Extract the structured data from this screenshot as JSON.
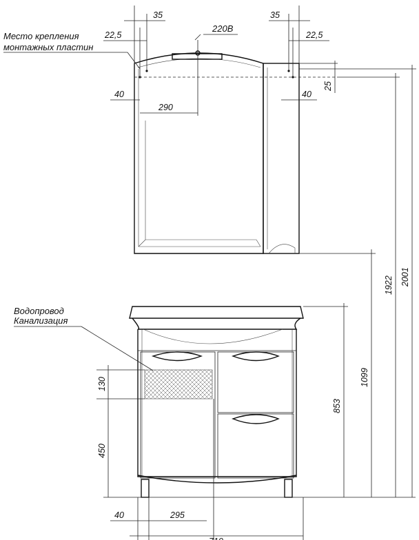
{
  "labels": {
    "mount_line1": "Место крепления",
    "mount_line2": "монтажных пластин",
    "power": "220В",
    "water_line1": "Водопровод",
    "water_line2": "Канализация"
  },
  "dims": {
    "d35_left": "35",
    "d35_right": "35",
    "d22_left": "22,5",
    "d22_right": "22,5",
    "d40_left_top": "40",
    "d40_right_top": "40",
    "d25": "25",
    "d290": "290",
    "d130": "130",
    "d450": "450",
    "d40_bottom": "40",
    "d295": "295",
    "d853": "853",
    "d1099": "1099",
    "d1922": "1922",
    "d2001": "2001",
    "d710": "710"
  }
}
